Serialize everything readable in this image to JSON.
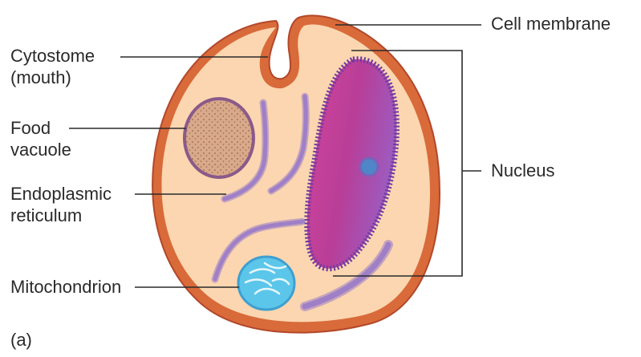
{
  "labels": {
    "cell_membrane": "Cell membrane",
    "cytostome": [
      "Cytostome",
      "(mouth)"
    ],
    "food_vacuole": [
      "Food",
      "vacuole"
    ],
    "nucleus": "Nucleus",
    "endoplasmic_reticulum": [
      "Endoplasmic",
      "reticulum"
    ],
    "mitochondrion": "Mitochondrion",
    "panel": "(a)"
  },
  "colors": {
    "membrane": "#d4673a",
    "cytoplasm": "#fbd6b0",
    "nucleus_fill": "#c2358e",
    "nucleus_edge": "#7e3fa8",
    "nucleolus": "#4f86c8",
    "food_vacuole": "#d8a98a",
    "er": "#9a7cc8",
    "mitochondrion": "#5bc6ea",
    "leader_line": "#2a2a2a"
  }
}
